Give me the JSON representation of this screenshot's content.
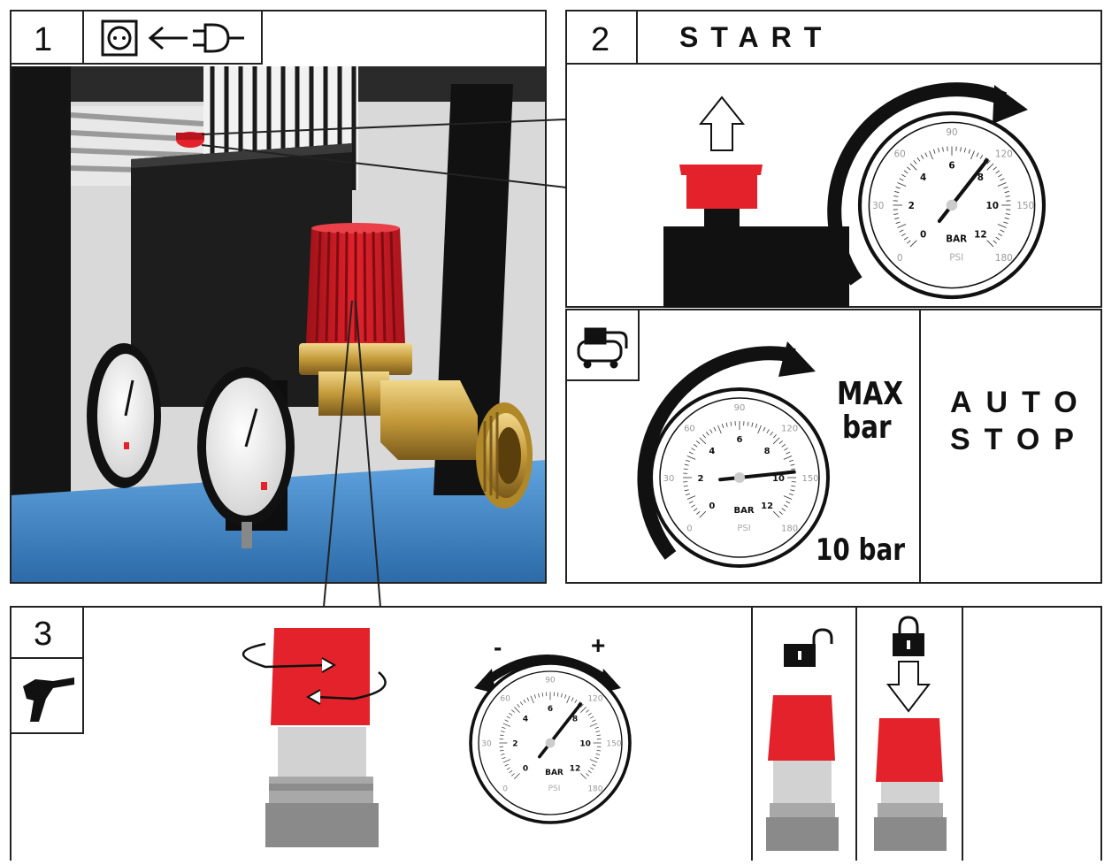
{
  "panels": {
    "step1": {
      "number": "1",
      "icons": [
        "socket-icon",
        "arrow-left-icon",
        "plug-icon"
      ]
    },
    "step2": {
      "number": "2",
      "title": "START",
      "icons": [
        "arrow-up-icon",
        "pressure-switch-button-icon",
        "pressure-gauge-icon",
        "clockwise-arrow-icon"
      ]
    },
    "auto": {
      "icon": "compressor-icon",
      "max_line1": "MAX",
      "max_line2": "bar",
      "value": "10 bar",
      "stop_line1": "AUTO",
      "stop_line2": "STOP"
    },
    "step3": {
      "number": "3",
      "icons": [
        "air-gun-icon",
        "regulator-knob-icon",
        "unlock-icon",
        "lock-icon",
        "arrow-down-icon"
      ],
      "minus": "-",
      "plus": "+"
    }
  },
  "gauge": {
    "psi_ticks": [
      "0",
      "30",
      "60",
      "90",
      "120",
      "150",
      "180"
    ],
    "bar_ticks": [
      "0",
      "2",
      "4",
      "6",
      "8",
      "10",
      "12"
    ],
    "unit_bar": "BAR",
    "unit_psi": "PSI"
  },
  "colors": {
    "red": "#e3222b",
    "dark": "#1a1a1a",
    "blue": "#3d7fbf",
    "brass": "#c49a3a",
    "grey": "#9c9c9c"
  }
}
